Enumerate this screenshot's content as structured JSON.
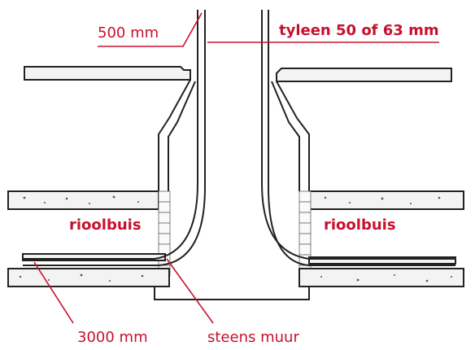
{
  "labels": {
    "top_length": "500 mm",
    "pipe_spec": "tyleen 50 of 63 mm",
    "sewer_left": "rioolbuis",
    "sewer_right": "rioolbuis",
    "bottom_length": "3000 mm",
    "brick_wall": "steens muur"
  },
  "colors": {
    "annotation": "#c8102e",
    "line": "#222222"
  }
}
